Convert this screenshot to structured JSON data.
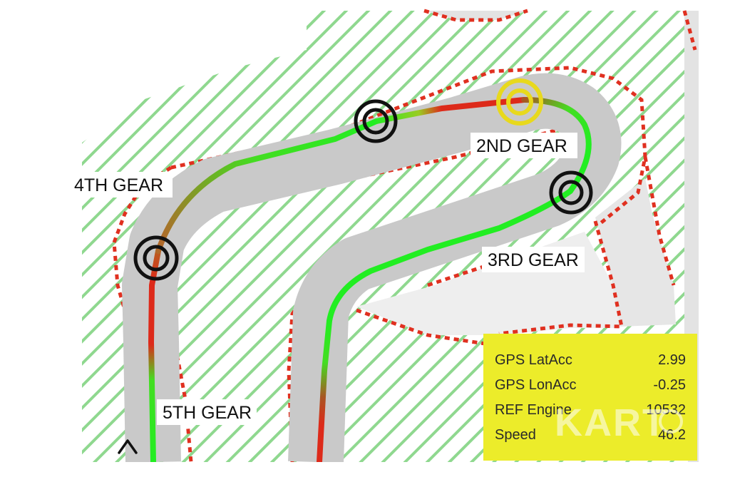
{
  "map": {
    "gear_labels": [
      {
        "text": "2ND GEAR"
      },
      {
        "text": "3RD GEAR"
      },
      {
        "text": "4TH GEAR"
      },
      {
        "text": "5TH GEAR"
      }
    ],
    "markers": [
      {
        "name": "braking-marker-top",
        "color": "#111111"
      },
      {
        "name": "braking-marker-hairpin",
        "color": "#e8d91c"
      },
      {
        "name": "braking-marker-right",
        "color": "#111111"
      },
      {
        "name": "braking-marker-left",
        "color": "#111111"
      }
    ],
    "colors": {
      "track": "#c9c9c9",
      "runoff": "#e3e3e3",
      "grass_stripe": "#8fd88f",
      "kerb": "#e03020",
      "accelerate": "#22ee22",
      "brake": "#dd2a1a"
    }
  },
  "telemetry": {
    "background": "#ecec2a",
    "rows": [
      {
        "label": "GPS LatAcc",
        "value": "2.99"
      },
      {
        "label": "GPS LonAcc",
        "value": "-0.25"
      },
      {
        "label": "REF Engine",
        "value": "10532"
      },
      {
        "label": "Speed",
        "value": "46.2"
      }
    ],
    "watermark": "KART"
  }
}
